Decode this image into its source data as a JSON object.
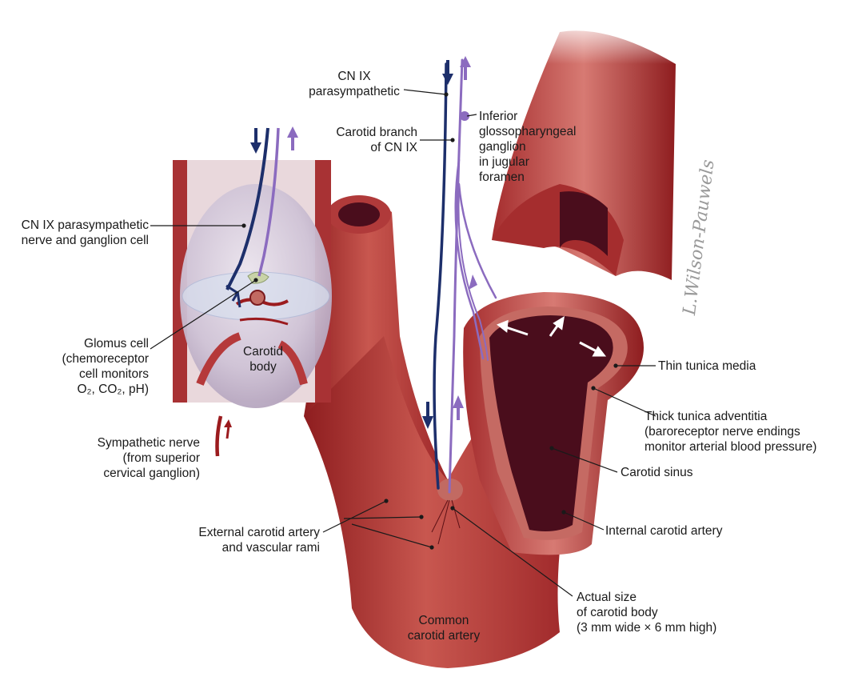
{
  "labels": {
    "cn9_parasympathetic": "CN IX\nparasympathetic",
    "carotid_branch": "Carotid branch\nof CN IX",
    "inferior_ganglion": "Inferior\nglossopharyngeal\nganglion\nin jugular\nforamen",
    "cn9_nerve_ganglion_cell": "CN IX parasympathetic\nnerve and ganglion cell",
    "glomus_cell": "Glomus cell\n(chemoreceptor\ncell monitors\nO₂, CO₂, pH)",
    "carotid_body": "Carotid\nbody",
    "sympathetic_nerve": "Sympathetic nerve\n(from superior\ncervical ganglion)",
    "thin_tunica_media": "Thin tunica media",
    "thick_tunica_adventitia": "Thick tunica adventitia\n(baroreceptor nerve endings\nmonitor arterial blood pressure)",
    "carotid_sinus": "Carotid sinus",
    "external_carotid": "External carotid artery\nand vascular rami",
    "internal_carotid": "Internal carotid artery",
    "actual_size": "Actual size\nof carotid body\n(3 mm wide × 6 mm high)",
    "common_carotid": "Common\ncarotid artery"
  },
  "signature": "L.Wilson-Pauwels",
  "colors": {
    "artery_dark": "#8e1d1f",
    "artery_mid": "#b5393a",
    "artery_light": "#d77a73",
    "lumen": "#4a0d1c",
    "parasympathetic_nerve": "#1d2f6b",
    "sensory_nerve": "#8b6bbf",
    "sympathetic_nerve": "#9b1b1e",
    "capsule": "#c9bed1"
  }
}
